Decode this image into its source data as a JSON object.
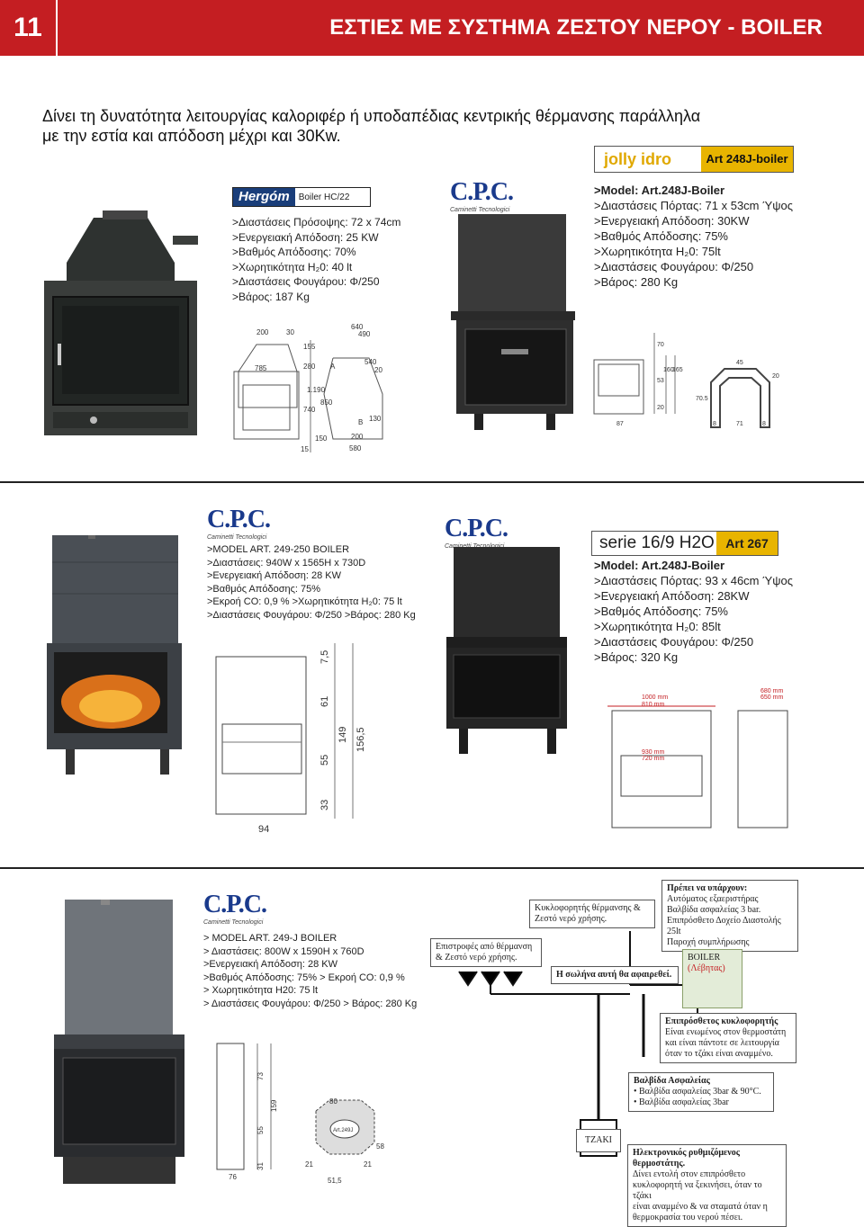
{
  "header": {
    "page_number": "11",
    "title": "ΕΣΤΙΕΣ ΜΕ ΣΥΣΤΗΜΑ ΖΕΣΤΟΥ ΝΕΡΟΥ - BOILER"
  },
  "intro": {
    "line1": "Δίνει τη δυνατότητα λειτουργίας καλοριφέρ ή υποδαπέδιας κεντρικής θέρμανσης παράλληλα",
    "line2": "με την εστία και απόδοση μέχρι και 30Kw."
  },
  "product1": {
    "brand": "Hergóm",
    "badge": "Boiler HC/22",
    "specs": [
      ">Διαστάσεις Πρόσοψης:  72 x 74cm",
      ">Ενεργειακή Απόδοση: 25 KW",
      ">Βαθμός Απόδοσης: 70%",
      ">Χωρητικότητα H₂0: 40 lt",
      ">Διαστάσεις Φουγάρου: Φ/250",
      ">Βάρος: 187 Kg"
    ],
    "dims": [
      "200",
      "30",
      "155",
      "640",
      "490",
      "785",
      "280",
      "540",
      "20",
      "1.190",
      "850",
      "740",
      "130",
      "200",
      "150",
      "580",
      "15",
      "A",
      "B"
    ]
  },
  "product2": {
    "logo_text": "C.P.C.",
    "logo_sub": "Caminetti Tecnologici",
    "badge_left": "jolly idro",
    "badge_right": "Art 248J-boiler",
    "model": ">Model: Art.248J-Boiler",
    "specs": [
      ">Διαστάσεις Πόρτας:  71 x 53cm Ύψος",
      ">Ενεργειακή Απόδοση: 30KW",
      ">Βαθμός Απόδοσης: 75%",
      ">Χωρητικότητα H₂0: 75lt",
      ">Διαστάσεις Φουγάρου: Φ/250",
      ">Βάρος: 280 Kg"
    ],
    "dims": [
      "70",
      "53",
      "160",
      "165",
      "20",
      "70.5",
      "87",
      "45",
      "20",
      "8",
      "71",
      "8"
    ]
  },
  "product3": {
    "logo_text": "C.P.C.",
    "logo_sub": "Caminetti Tecnologici",
    "specs": [
      ">MODEL  ART. 249-250 BOILER",
      ">Διαστάσεις:  940W x 1565H x 730D",
      ">Ενεργειακή Απόδοση: 28 KW",
      ">Βαθμός Απόδοσης: 75%",
      ">Εκροή CO: 0,9 % >Χωρητικότητα H₂0: 75 lt",
      ">Διαστάσεις Φουγάρου: Φ/250 >Βάρος: 280 Kg"
    ],
    "dims": [
      "7,5",
      "61",
      "149",
      "156,5",
      "55",
      "33",
      "94"
    ]
  },
  "product4": {
    "logo_text": "C.P.C.",
    "logo_sub": "Caminetti Tecnologici",
    "badge_left": "serie 16/9 H2O",
    "badge_right": "Art 267",
    "model": ">Model: Art.248J-Boiler",
    "specs": [
      ">Διαστάσεις Πόρτας:  93 x 46cm Ύψος",
      ">Ενεργειακή Απόδοση: 28KW",
      ">Βαθμός Απόδοσης: 75%",
      ">Χωρητικότητα H₂0: 85lt",
      ">Διαστάσεις Φουγάρου: Φ/250",
      ">Βάρος: 320 Kg"
    ],
    "dims": [
      "1000 mm",
      "810 mm",
      "930 mm",
      "720 mm",
      "680 mm",
      "650 mm"
    ]
  },
  "product5": {
    "logo_text": "C.P.C.",
    "logo_sub": "Caminetti Tecnologici",
    "specs": [
      "> MODEL  ART. 249-J BOILER",
      "> Διαστάσεις:  800W x 1590H x 760D",
      ">Ενεργειακή Απόδοση: 28 KW",
      ">Βαθμός Απόδοσης: 75% > Εκροή CO: 0,9 %",
      "> Χωρητικότητα H20: 75 lt",
      "> Διαστάσεις Φουγάρου: Φ/250 > Βάρος: 280 Kg"
    ],
    "dims": [
      "73",
      "159",
      "55",
      "31",
      "80",
      "58",
      "76",
      "21",
      "51,5",
      "21",
      "Art.249J"
    ]
  },
  "diagram": {
    "box_required_title": "Πρέπει να υπάρχουν:",
    "box_required_lines": [
      "Αυτόματος εξαεριστήρας",
      "Βαλβίδα ασφαλείας 3 bar.",
      "Επιπρόσθετο Δοχείο Διαστολής 25lt",
      "Παροχή συμπλήρωσης"
    ],
    "box_circulator": [
      "Κυκλοφορητής θέρμανσης &",
      "Ζεστό νερό χρήσης."
    ],
    "box_returns": [
      "Επιστροφές από θέρμανση",
      "& Ζεστό νερό χρήσης."
    ],
    "box_remove": "Η σωλήνα αυτή θα αφαιρεθεί.",
    "boiler_label": "BOILER",
    "boiler_sub": "(Λέβητας)",
    "box_pump_title": "Επιπρόσθετος κυκλοφορητής",
    "box_pump_lines": [
      "Είναι ενωμένος στον θερμοστάτη",
      "και είναι πάντοτε σε λειτουργία",
      "όταν το τζάκι είναι αναμμένο."
    ],
    "box_valve_title": "Βαλβίδα Ασφαλείας",
    "box_valve_lines": [
      "• Βαλβίδα ασφαλείας 3bar & 90°C.",
      "• Βαλβίδα ασφαλείας 3bar"
    ],
    "fireplace_label": "ΤΖΑΚΙ",
    "box_thermo_title": "Ηλεκτρονικός ρυθμιζόμενος θερμοστάτης.",
    "box_thermo_lines": [
      "Δίνει εντολή στον επιπρόσθετο",
      "κυκλοφορητή να ξεκινήσει, όταν το τζάκι",
      "είναι αναμμένο & να σταματά όταν η",
      "θερμοκρασία του νερού πέσει."
    ]
  }
}
